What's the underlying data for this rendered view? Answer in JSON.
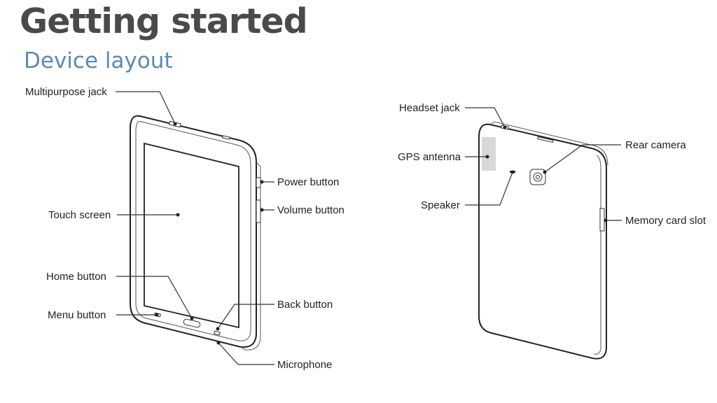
{
  "title": "Getting started",
  "subtitle": "Device layout",
  "front_labels": {
    "multipurpose_jack": "Multipurpose jack",
    "touch_screen": "Touch screen",
    "home_button": "Home button",
    "menu_button": "Menu button",
    "power_button": "Power button",
    "volume_button": "Volume button",
    "back_button": "Back button",
    "microphone": "Microphone"
  },
  "back_labels": {
    "headset_jack": "Headset jack",
    "gps_antenna": "GPS antenna",
    "speaker": "Speaker",
    "rear_camera": "Rear camera",
    "memory_card_slot": "Memory card slot"
  }
}
